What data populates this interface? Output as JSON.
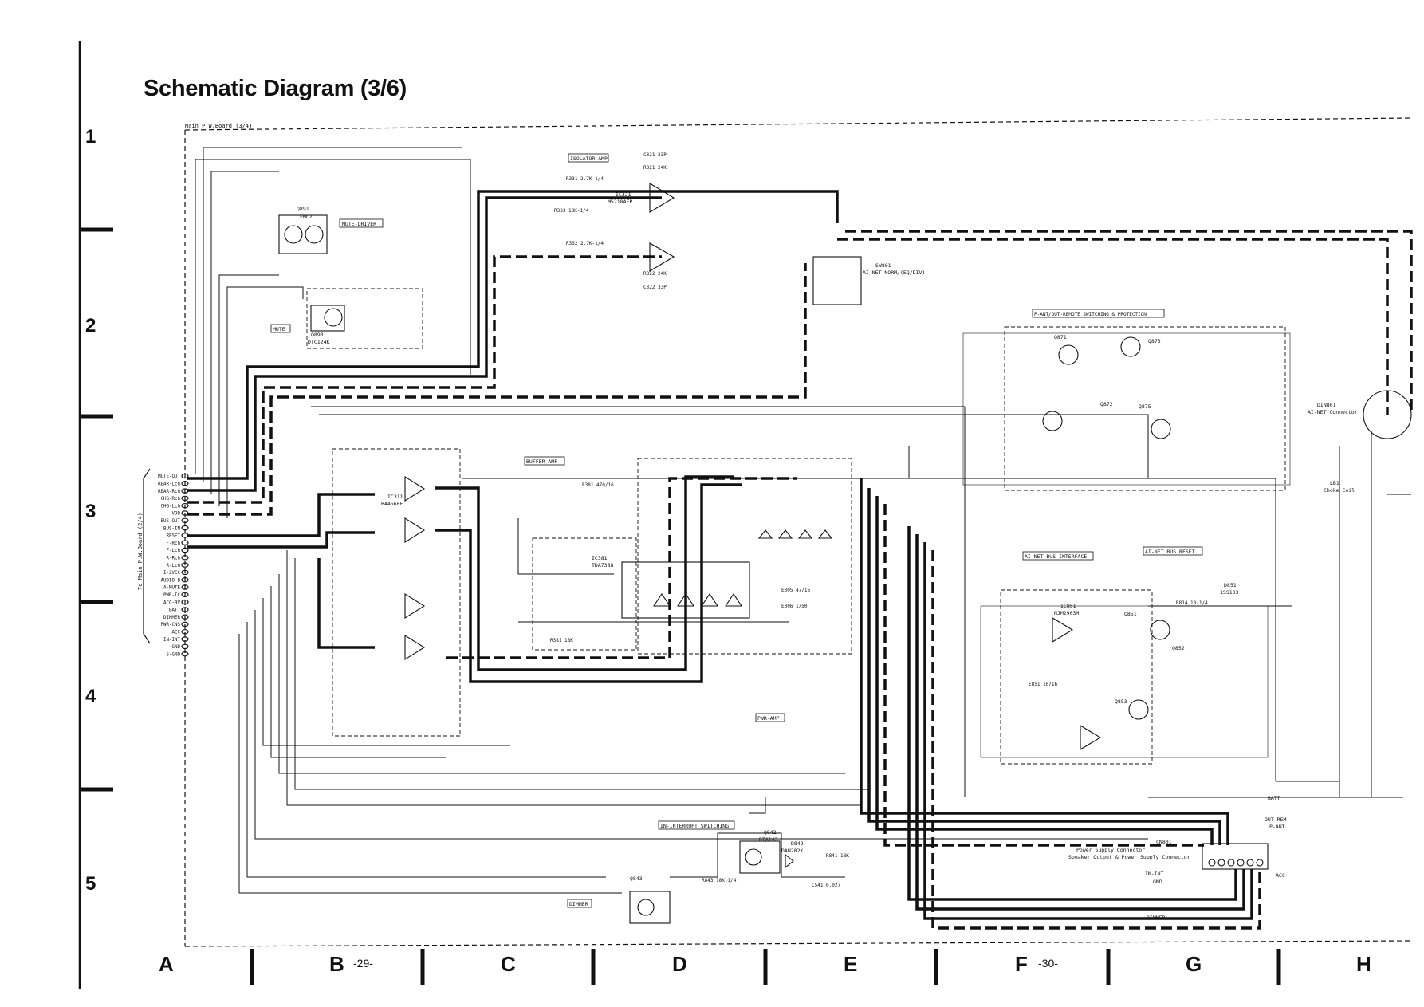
{
  "title": "Schematic Diagram (3/6)",
  "row_labels": [
    "1",
    "2",
    "3",
    "4",
    "5"
  ],
  "column_labels": [
    "A",
    "B",
    "C",
    "D",
    "E",
    "F",
    "G",
    "H"
  ],
  "page_numbers": [
    "-29-",
    "-30-"
  ],
  "board_label": "Main P.W.Board (3/4)",
  "side_label": "To Main P.W.Board (2/4)",
  "connector_pins": [
    "MUTE-OUT",
    "REAR-Lch",
    "REAR-Rch",
    "CHG-Rch",
    "CHG-Lch",
    "VDD",
    "BUS-OUT",
    "BUS-IN",
    "RESET",
    "F-Rch",
    "F-Lch",
    "R-Rch",
    "R-Lch",
    "I-2VCC",
    "AUDIO-B",
    "A-MUTE",
    "PWR-IC",
    "ACC-9V",
    "BATT",
    "DIMMER",
    "PWR-CNS",
    "ACC",
    "IN-INT",
    "GND",
    "S-GND"
  ],
  "blocks": {
    "isolator_amp": "ISOLATOR AMP",
    "mute_driver": "MUTE-DRIVER",
    "mute": "MUTE",
    "buffer_amp": "BUFFER AMP",
    "pwr_amp": "PWR-AMP",
    "p_ant": "P-ANT/OUT-REMOTE SWITCHING & PROTECTION",
    "ainet_if": "AI-NET BUS INTERFACE",
    "ainet_reset": "AI-NET BUS RESET",
    "in_interrupt": "IN-INTERRUPT SWITCHING",
    "dimmer": "DIMMER"
  },
  "parts": {
    "q891": "Q891",
    "fmc2": "FMC2",
    "q893": "Q893",
    "dtc124k": "DTC124K",
    "sw801": "SW801",
    "sw801_desc": "AI-NET-NORM/(EQ/DIV)",
    "ic321": "IC321",
    "m5218afp": "M5218AFP",
    "ic381": "IC381",
    "tda7388": "TDA7388",
    "ic311": "IC311",
    "ba4560f": "BA4560F",
    "q871": "Q871",
    "q872": "Q872",
    "q873": "Q873",
    "q875": "Q875",
    "din801": "DIN801",
    "din801_desc": "AI-NET Connector",
    "lb1": "LB1",
    "choke": "Choke Coil",
    "ic851": "IC851",
    "njm2903m": "NJM2903M",
    "q851": "Q851",
    "q852": "Q852",
    "q853": "Q853",
    "q842": "Q842",
    "dta143": "DTA143",
    "q843": "Q843",
    "d842": "D842",
    "dan202k": "DAN202K",
    "d851": "D851",
    "iss133": "1SS133",
    "cn801": "CN801",
    "cn801_desc1": "Power Supply Connector",
    "cn801_desc2": "Speaker Output & Power Supply Connector",
    "batt": "BATT",
    "out_rem": "OUT-REM",
    "p_ant_lbl": "P-ANT",
    "acc": "ACC",
    "in_int": "IN-INT",
    "gnd": "GND",
    "dimmer_lbl": "DIMMER"
  },
  "values": {
    "c321": "C321 33P",
    "r321": "R321 24K",
    "c322": "C322 33P",
    "r322": "R322 24K",
    "r331": "R331 2.7K-1/4",
    "r332": "R332 2.7K-1/4",
    "r333": "R333 18K-1/4",
    "r381": "R381 18K",
    "e305": "E305 47/16",
    "e306": "E306 1/50",
    "e381": "E381 470/16",
    "r841": "R841 18K",
    "r843": "R843 18K-1/4",
    "c541": "C541 0.027",
    "r814": "R814 10-1/4",
    "e851": "E851 10/16"
  },
  "colors": {
    "ink": "#111111",
    "paper": "#ffffff"
  }
}
